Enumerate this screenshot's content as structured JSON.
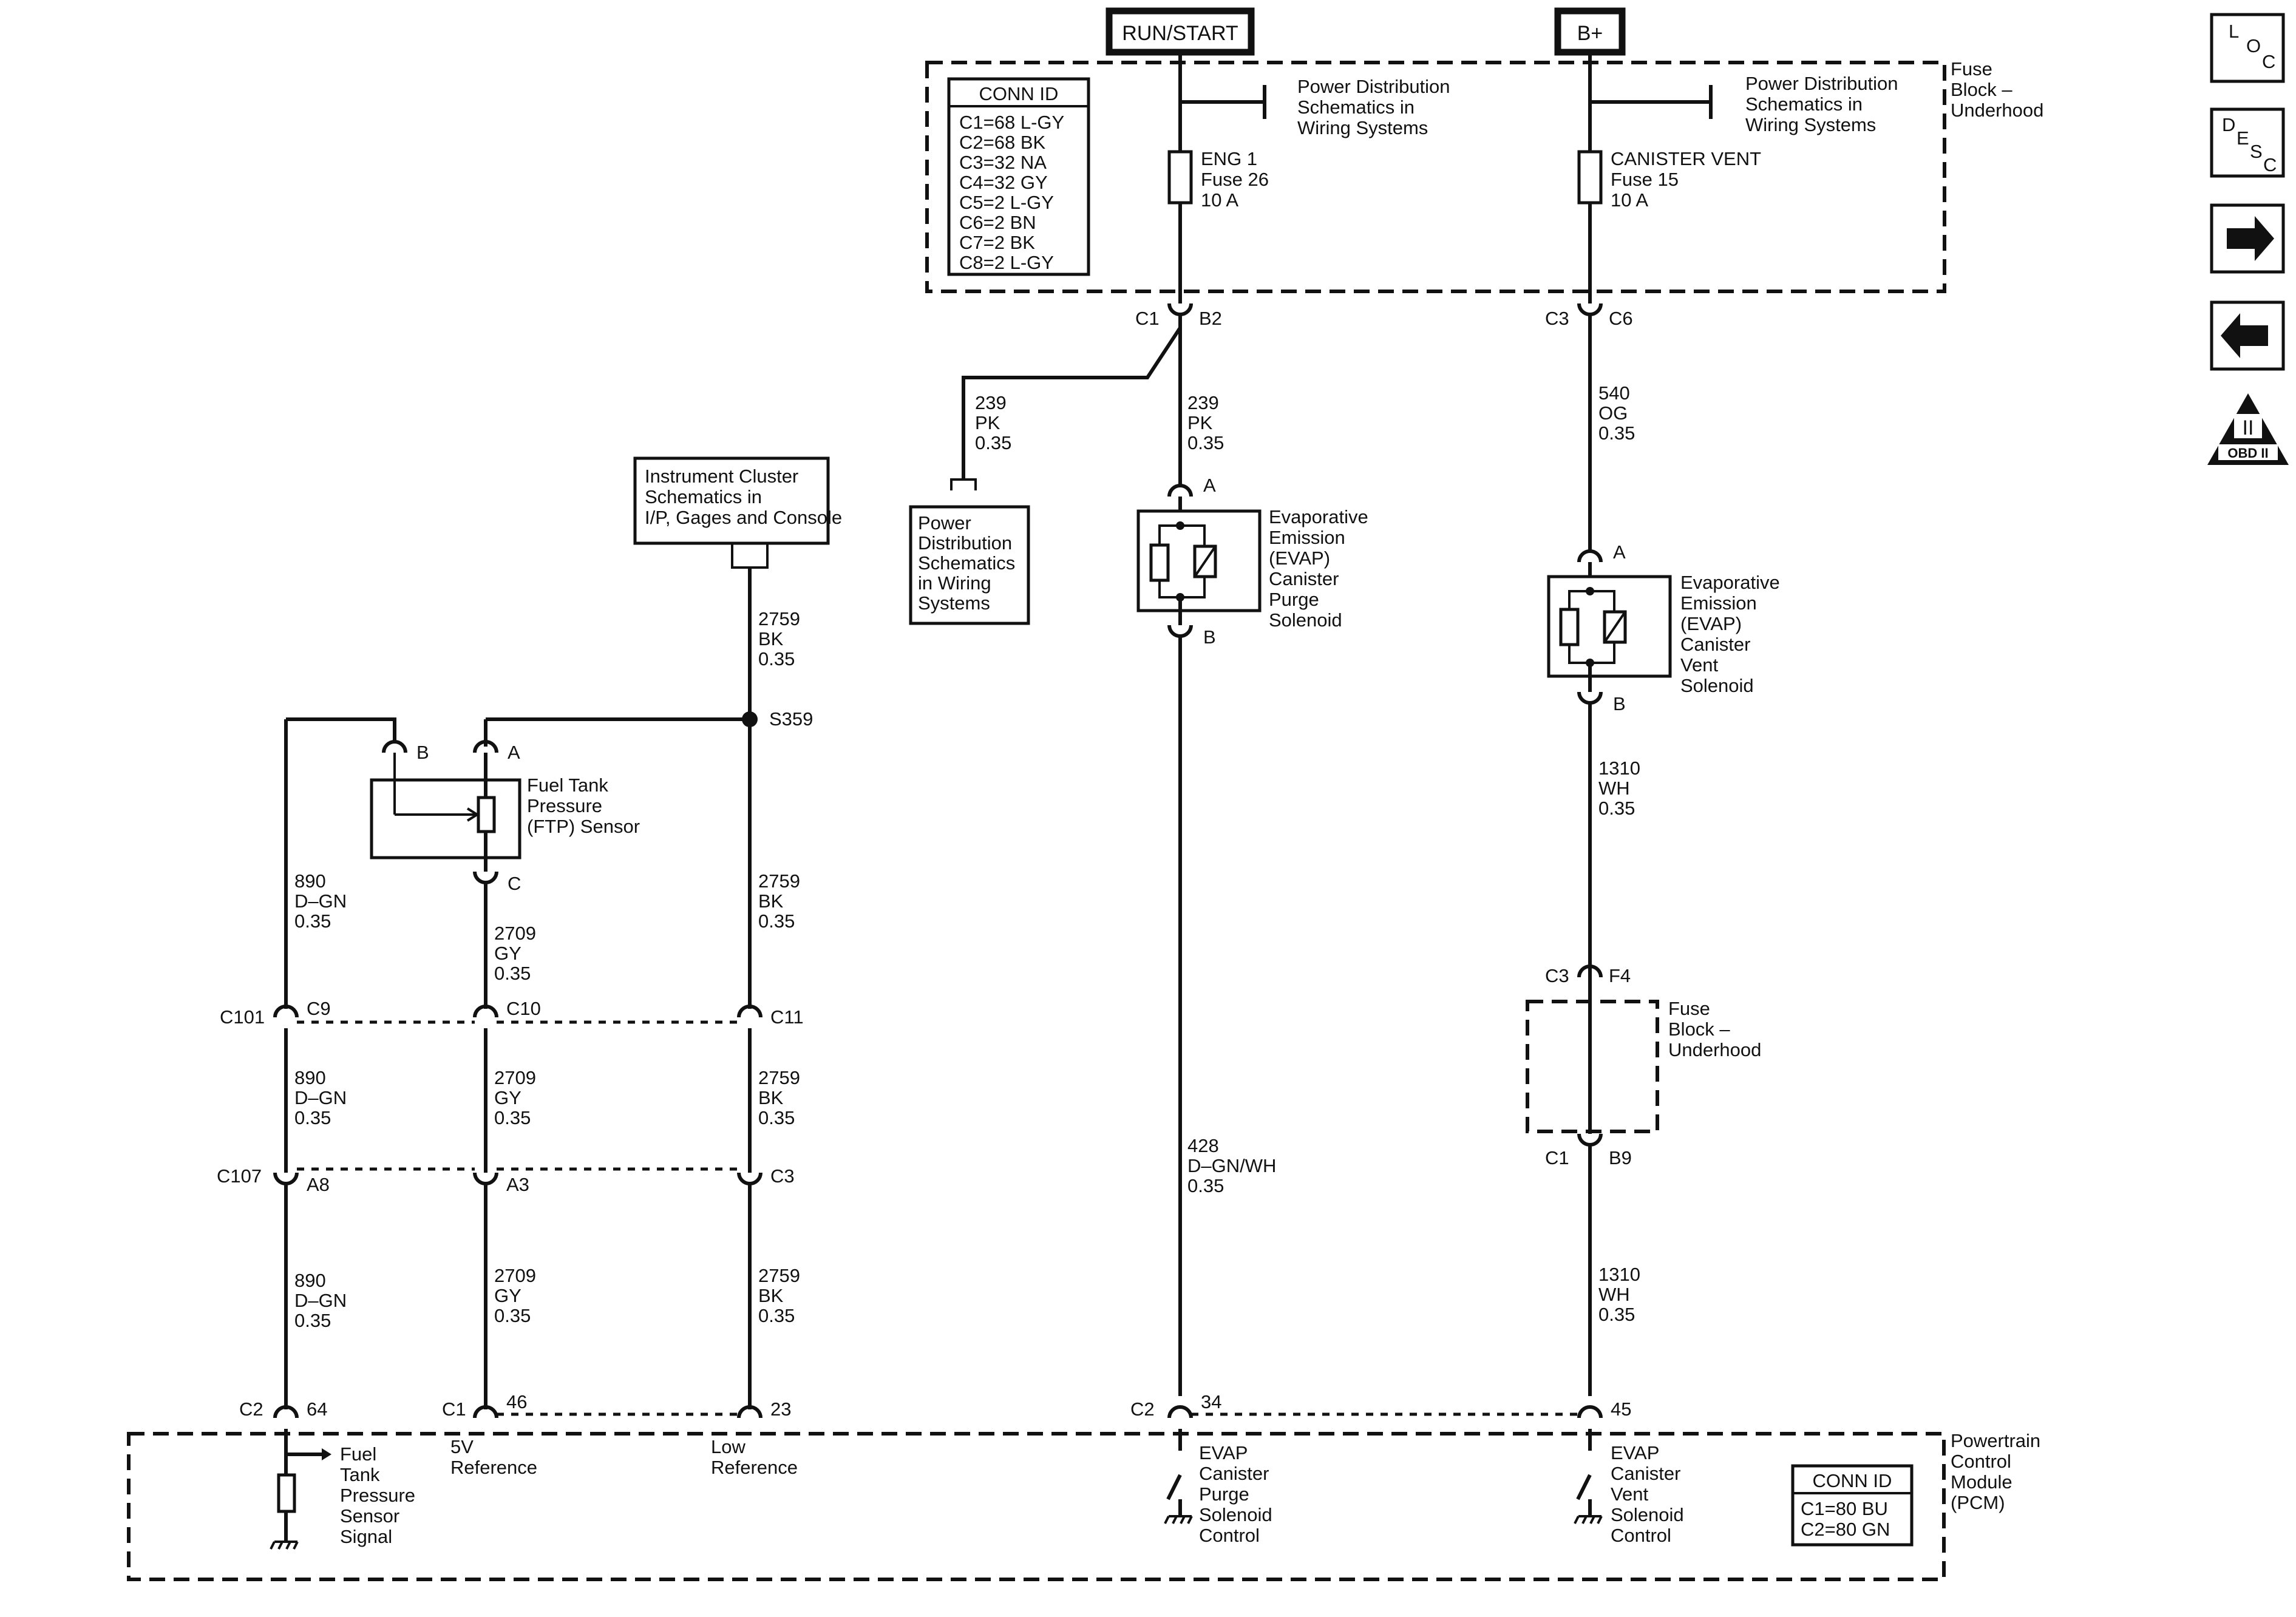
{
  "header": {
    "run_start": "RUN/START",
    "b_plus": "B+"
  },
  "fuse_block": {
    "label": [
      "Fuse",
      "Block –",
      "Underhood"
    ],
    "conn_id": {
      "title": "CONN ID",
      "rows": [
        "C1=68 L-GY",
        "C2=68 BK",
        "C3=32 NA",
        "C4=32 GY",
        "C5=2 L-GY",
        "C6=2 BN",
        "C7=2 BK",
        "C8=2 L-GY"
      ]
    },
    "pd_ref_left": [
      "Power Distribution",
      "Schematics in",
      "Wiring Systems"
    ],
    "pd_ref_right": [
      "Power Distribution",
      "Schematics in",
      "Wiring Systems"
    ],
    "fuse_eng": [
      "ENG 1",
      "Fuse 26",
      "10 A"
    ],
    "fuse_canister": [
      "CANISTER VENT",
      "Fuse 15",
      "10 A"
    ]
  },
  "connectors": {
    "c1": "C1",
    "b2": "B2",
    "c3": "C3",
    "c6": "C6",
    "c101": "C101",
    "c9": "C9",
    "c10": "C10",
    "c11": "C11",
    "c107": "C107",
    "a8": "A8",
    "a3": "A3",
    "c3b": "C3",
    "c2": "C2",
    "p64": "64",
    "c1b": "C1",
    "p46": "46",
    "p23": "23",
    "c2b": "C2",
    "p34": "34",
    "p45": "45",
    "c3f": "C3",
    "f4": "F4",
    "c1c": "C1",
    "b9": "B9",
    "pin_a": "A",
    "pin_b": "B",
    "pin_c": "C",
    "s359": "S359"
  },
  "wires": {
    "w239a": [
      "239",
      "PK",
      "0.35"
    ],
    "w239b": [
      "239",
      "PK",
      "0.35"
    ],
    "w540": [
      "540",
      "OG",
      "0.35"
    ],
    "w2759a": [
      "2759",
      "BK",
      "0.35"
    ],
    "w890a": [
      "890",
      "D–GN",
      "0.35"
    ],
    "w2709a": [
      "2709",
      "GY",
      "0.35"
    ],
    "w2759b": [
      "2759",
      "BK",
      "0.35"
    ],
    "w890b": [
      "890",
      "D–GN",
      "0.35"
    ],
    "w2709b": [
      "2709",
      "GY",
      "0.35"
    ],
    "w2759c": [
      "2759",
      "BK",
      "0.35"
    ],
    "w890c": [
      "890",
      "D–GN",
      "0.35"
    ],
    "w2709c": [
      "2709",
      "GY",
      "0.35"
    ],
    "w2759d": [
      "2759",
      "BK",
      "0.35"
    ],
    "w428": [
      "428",
      "D–GN/WH",
      "0.35"
    ],
    "w1310a": [
      "1310",
      "WH",
      "0.35"
    ],
    "w1310b": [
      "1310",
      "WH",
      "0.35"
    ]
  },
  "components": {
    "pd_box": [
      "Power",
      "Distribution",
      "Schematics",
      "in Wiring",
      "Systems"
    ],
    "ic_box": [
      "Instrument Cluster",
      "Schematics in",
      "I/P, Gages and Console"
    ],
    "purge": [
      "Evaporative",
      "Emission",
      "(EVAP)",
      "Canister",
      "Purge",
      "Solenoid"
    ],
    "vent": [
      "Evaporative",
      "Emission",
      "(EVAP)",
      "Canister",
      "Vent",
      "Solenoid"
    ],
    "ftp": [
      "Fuel Tank",
      "Pressure",
      "(FTP) Sensor"
    ],
    "fuse_block_mid": [
      "Fuse",
      "Block –",
      "Underhood"
    ]
  },
  "pcm": {
    "label": [
      "Powertrain",
      "Control",
      "Module",
      "(PCM)"
    ],
    "ftp_signal": [
      "Fuel",
      "Tank",
      "Pressure",
      "Sensor",
      "Signal"
    ],
    "ref5v": [
      "5V",
      "Reference"
    ],
    "low_ref": [
      "Low",
      "Reference"
    ],
    "purge_ctrl": [
      "EVAP",
      "Canister",
      "Purge",
      "Solenoid",
      "Control"
    ],
    "vent_ctrl": [
      "EVAP",
      "Canister",
      "Vent",
      "Solenoid",
      "Control"
    ],
    "conn_id": {
      "title": "CONN ID",
      "rows": [
        "C1=80 BU",
        "C2=80 GN"
      ]
    }
  },
  "nav": {
    "loc": [
      "L",
      "O",
      "C"
    ],
    "desc": [
      "D",
      "E",
      "S",
      "C"
    ],
    "obd": [
      "II",
      "OBD II"
    ]
  }
}
